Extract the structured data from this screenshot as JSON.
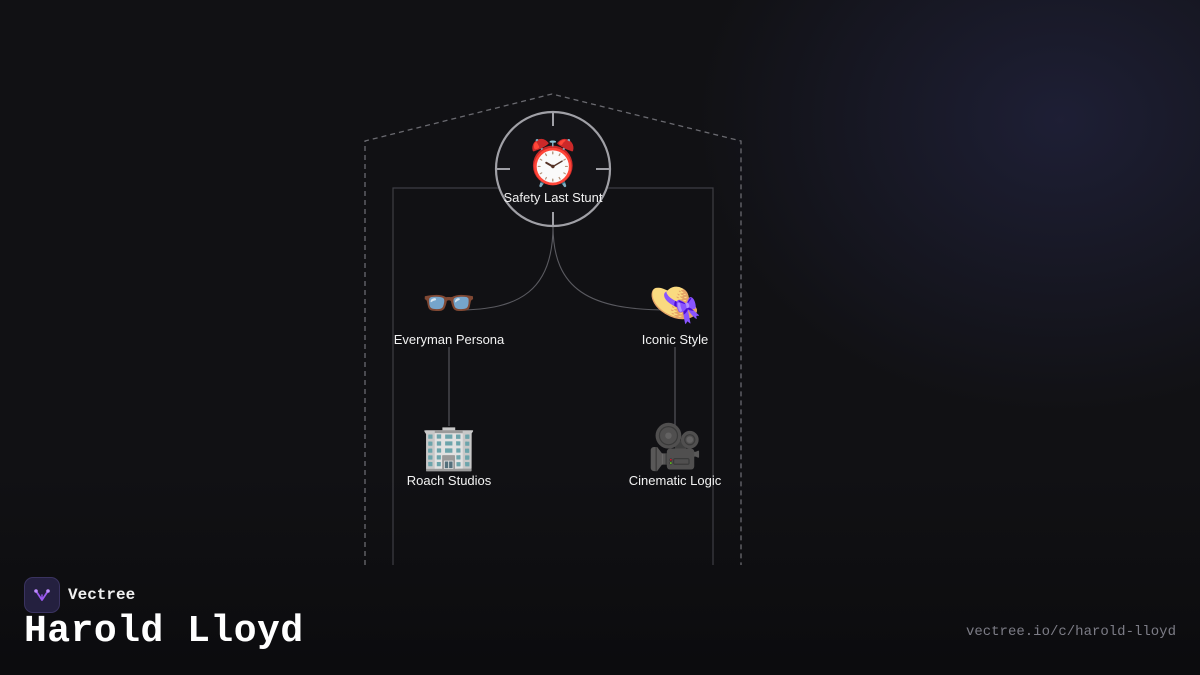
{
  "diagram": {
    "root": {
      "label": "Safety Last Stunt",
      "icon": "⏰",
      "icon_name": "alarm-clock-icon"
    },
    "children": [
      {
        "label": "Everyman Persona",
        "icon": "👓",
        "icon_name": "glasses-icon"
      },
      {
        "label": "Iconic Style",
        "icon": "👒",
        "icon_name": "straw-hat-icon"
      }
    ],
    "grandchildren": [
      {
        "label": "Roach Studios",
        "icon": "🏢",
        "icon_name": "office-building-icon",
        "parent": "Everyman Persona"
      },
      {
        "label": "Cinematic Logic",
        "icon": "🎥",
        "icon_name": "movie-camera-icon",
        "parent": "Iconic Style"
      }
    ]
  },
  "brand": {
    "name": "Vectree",
    "icon_name": "vectree-logo-icon",
    "accent": "#9b59f0"
  },
  "title": "Harold Lloyd",
  "url": "vectree.io/c/harold-lloyd",
  "colors": {
    "background": "#111114",
    "line": "#5a5a60",
    "ring": "#a0a0a6",
    "url": "#7c7c86"
  }
}
